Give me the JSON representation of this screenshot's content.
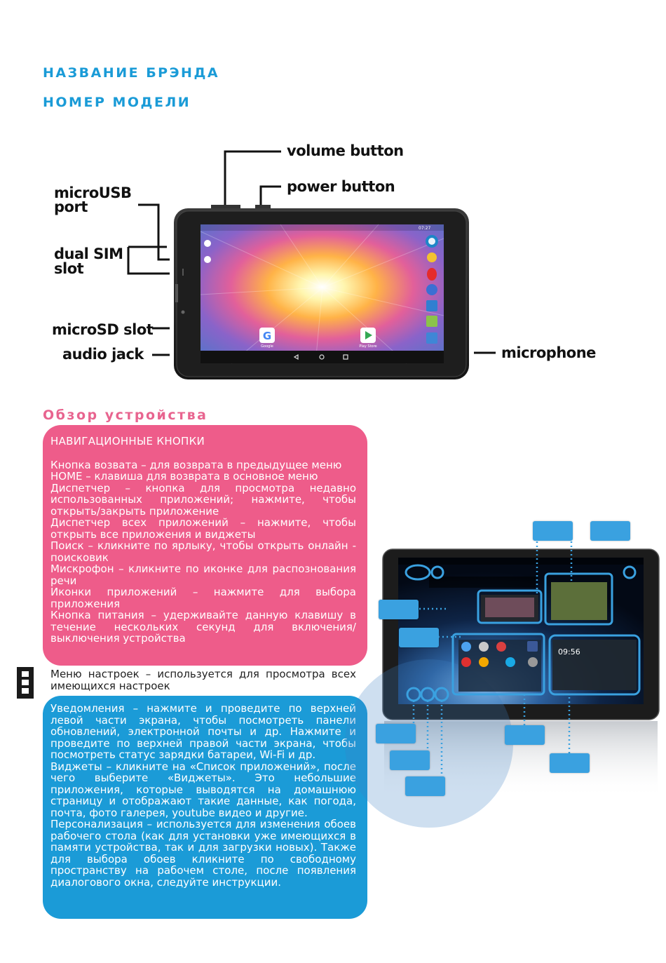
{
  "header": {
    "brand": "НАЗВАНИЕ БРЭНДА",
    "model": "НОМЕР МОДЕЛИ"
  },
  "diagram": {
    "labels": {
      "volume": "volume button",
      "power": "power button",
      "microusb_line1": "microUSB",
      "microusb_line2": "port",
      "sim_line1": "dual SIM",
      "sim_line2": "slot",
      "microsd": "microSD slot",
      "audio": "audio jack",
      "microphone": "microphone"
    },
    "screen": {
      "time": "07:27",
      "google_label": "Google",
      "playstore_label": "Play Store"
    }
  },
  "overview": {
    "title": "Обзор устройства",
    "nav_box": {
      "title": "НАВИГАЦИОННЫЕ КНОПКИ",
      "items": [
        "Кнопка возвата – для возврата в предыдущее меню",
        "HOME – клавиша для возврата в основное меню",
        "Диспетчер   – кнопка для просмотра недавно использованных приложений; нажмите, чтобы открыть/закрыть приложение",
        "Диспетчер всех приложений   – нажмите, чтобы открыть все приложения и виджеты",
        "Поиск   – кликните по ярлыку, чтобы открыть онлайн - поисковик",
        "Мискрофон   – кликните по иконке для распознования речи",
        "Иконки приложений – нажмите для выбора приложения",
        "Кнопка питания  – удерживайте данную клавишу в течение нескольких секунд для включения/ выключения устройства"
      ]
    },
    "settings_text": "Меню настроек – используется для просмотра всех имеющихся настроек",
    "info_box": {
      "items": [
        "Уведомления  – нажмите и проведите по верхней левой части экрана, чтобы посмотреть панели обновлений, электронной почты и др. Нажмите и проведите по верхней правой части экрана, чтобы посмотреть статус зарядки батареи, Wi-Fi и др.",
        "Виджеты  – кликните на «Список приложений», после чего выберите «Виджеты». Это небольшие приложения, которые выводятся на домашнюю страницу и отображают такие данные, как погода, почта, фото галерея, youtube видео и другие.",
        "Персонализация  – используется для изменения обоев  рабочего стола (как для установки уже имеющихся в памяти устройства, так и для загрузки новых). Также для выбора обоев кликните по свободному пространству на рабочем столе, после появления диалогового окна, следуйте инструкции."
      ]
    }
  },
  "screen2": {
    "clock": "09:56"
  },
  "colors": {
    "header_blue": "#1a9bd7",
    "pink": "#ee5c8a",
    "blue_box": "#1b9bd7",
    "callout": "#3aa1e0"
  }
}
